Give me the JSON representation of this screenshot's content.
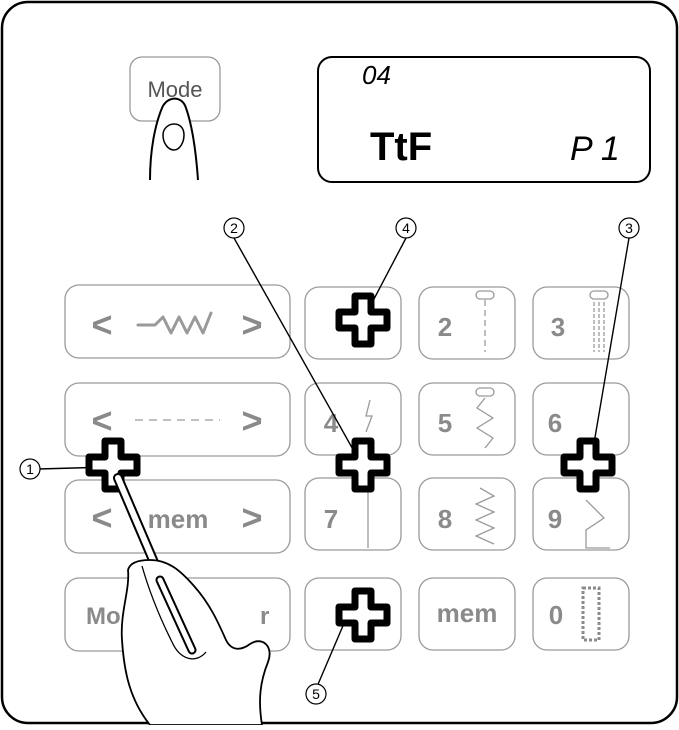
{
  "mode_button": {
    "label": "Mode"
  },
  "lcd": {
    "line1": "04",
    "line2_left": "TtF",
    "line2_right": "P 1"
  },
  "keys": {
    "zigzag_width_left": "<",
    "zigzag_width_right": ">",
    "stitch_length_left": "<",
    "stitch_length_right": ">",
    "mem_left": "<",
    "mem_label": "mem",
    "mem_right": ">",
    "mode_partial": "Mo",
    "right_partial": "r",
    "num_2": "2",
    "num_3": "3",
    "num_4": "4",
    "num_5": "5",
    "num_6": "6",
    "num_7": "7",
    "num_8": "8",
    "num_9": "9",
    "mem_key": "mem",
    "num_0": "0"
  },
  "callouts": [
    "1",
    "2",
    "3",
    "4",
    "5"
  ]
}
